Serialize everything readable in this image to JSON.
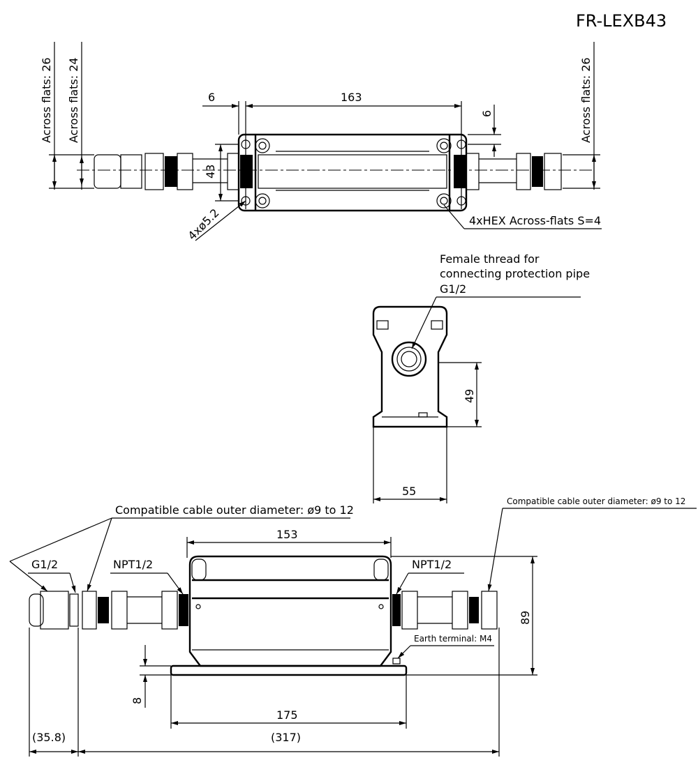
{
  "title": "FR-LEXB43",
  "top_view": {
    "across_flats_left_outer": "Across flats: 26",
    "across_flats_left_inner": "Across flats: 24",
    "across_flats_right": "Across flats: 26",
    "dim_6_left": "6",
    "dim_163": "163",
    "dim_6_right": "6",
    "dim_43": "43",
    "holes": "4xø5.2",
    "hex": "4xHEX Across-flats S=4"
  },
  "side_view": {
    "note_line1": "Female thread for",
    "note_line2": "connecting protection pipe",
    "note_line3": "G1/2",
    "dim_49": "49",
    "dim_55": "55"
  },
  "front_view": {
    "cable_left": "Compatible cable outer diameter: ø9 to 12",
    "cable_right": "Compatible cable outer diameter: ø9 to 12",
    "g12": "G1/2",
    "npt_left": "NPT1/2",
    "npt_right": "NPT1/2",
    "earth": "Earth terminal: M4",
    "dim_153": "153",
    "dim_89": "89",
    "dim_8": "8",
    "dim_175": "175",
    "dim_317": "(317)",
    "dim_35_8": "(35.8)"
  }
}
